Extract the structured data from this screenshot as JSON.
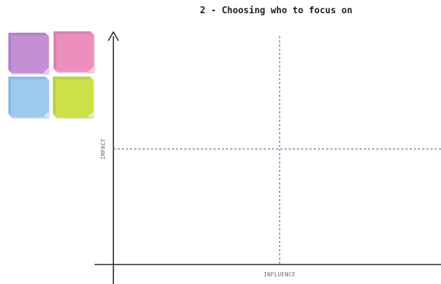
{
  "board": {
    "title": "2 - Choosing who to focus on"
  },
  "sticky_notes": [
    {
      "color": "#c58fd6",
      "shade": "#b97fcb"
    },
    {
      "color": "#ec8fbf",
      "shade": "#e07fb2"
    },
    {
      "color": "#9ec9f1",
      "shade": "#8dbbe8"
    },
    {
      "color": "#cde045",
      "shade": "#bfd436"
    }
  ],
  "matrix": {
    "x_axis_label": "INFLUENCE",
    "y_axis_label": "IMPACT",
    "axis_color": "#222222",
    "divider_color": "#3c3c8c"
  }
}
